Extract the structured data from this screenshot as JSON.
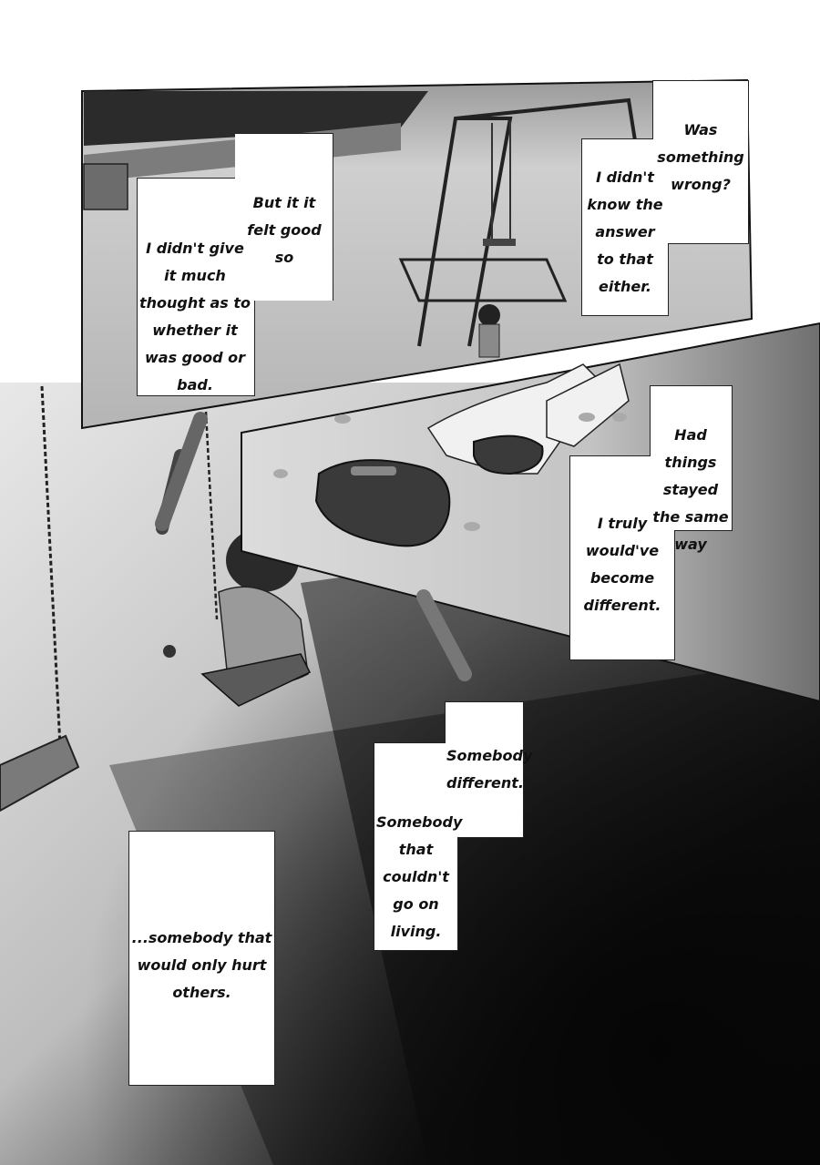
{
  "captions": {
    "felt_good": "But it it felt good so",
    "no_thought": "I didn't give it much thought as to whether it was good or bad.",
    "something_wrong": "Was something wrong?",
    "didnt_know": "I didn't know the answer to that either.",
    "stayed_same": "Had things stayed the same way",
    "truly_different": "I truly would've become different.",
    "somebody_different": "Somebody different.",
    "couldnt_go_on": "Somebody that couldn't go on living.",
    "hurt_others": "...somebody that would only hurt others."
  }
}
